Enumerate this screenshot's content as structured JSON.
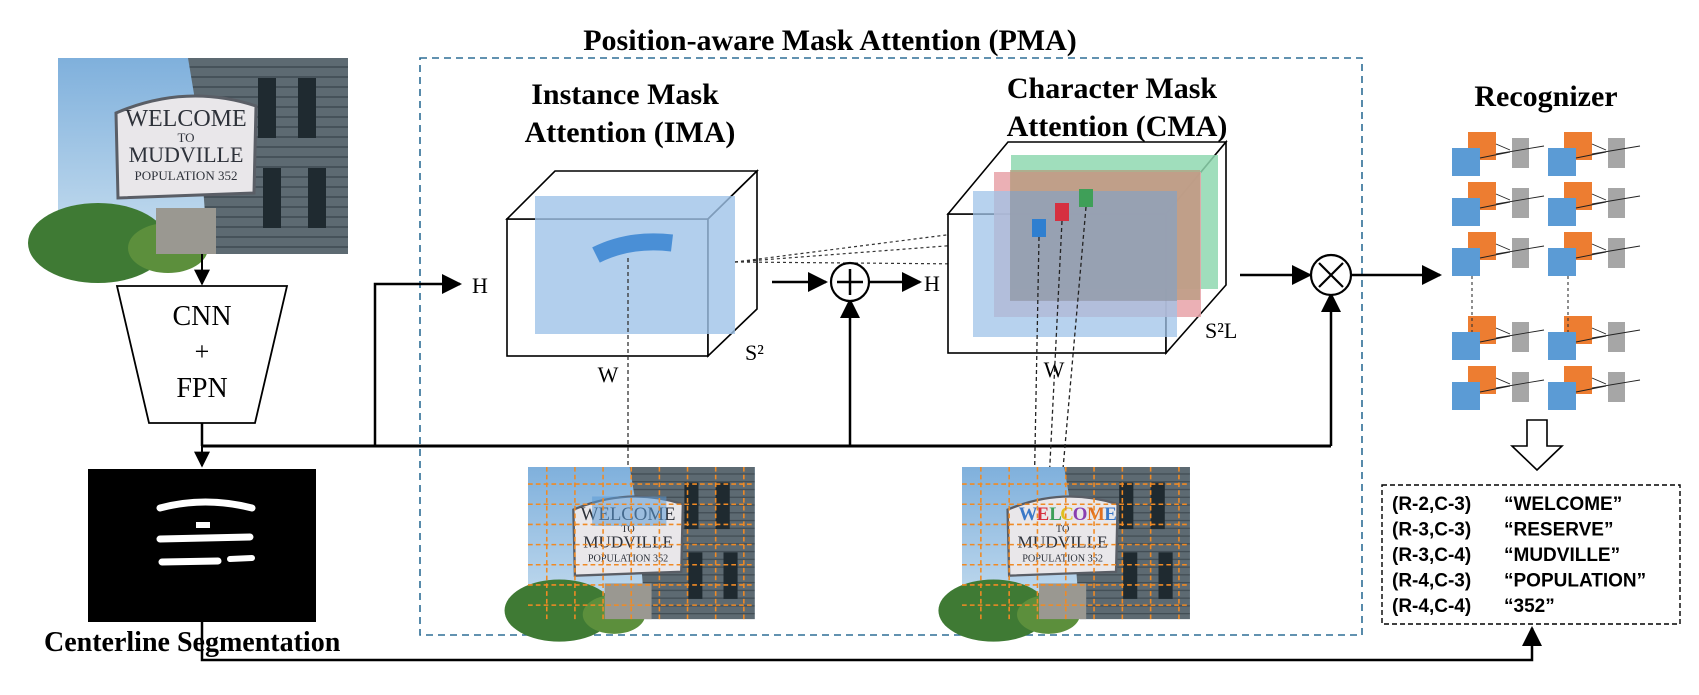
{
  "pma": {
    "title": "Position-aware Mask Attention (PMA)"
  },
  "ima": {
    "title_line1": "Instance Mask",
    "title_line2": "Attention (IMA)",
    "h": "H",
    "w": "W",
    "s": "S²"
  },
  "cma": {
    "title_line1": "Character Mask",
    "title_line2": "Attention (CMA)",
    "h": "H",
    "w": "W",
    "s": "S²L"
  },
  "backbone": {
    "line1": "CNN",
    "line2": "+",
    "line3": "FPN"
  },
  "input": {
    "sign_line1": "WELCOME",
    "sign_line2": "TO",
    "sign_line3": "MUDVILLE",
    "sign_line4": "POPULATION 352"
  },
  "segmentation": {
    "label": "Centerline Segmentation"
  },
  "recognizer": {
    "title": "Recognizer"
  },
  "outputs": [
    {
      "pos": "(R-2,C-3)",
      "text": "“WELCOME”"
    },
    {
      "pos": "(R-3,C-3)",
      "text": "“RESERVE”"
    },
    {
      "pos": "(R-3,C-4)",
      "text": "“MUDVILLE”"
    },
    {
      "pos": "(R-4,C-3)",
      "text": "“POPULATION”"
    },
    {
      "pos": "(R-4,C-4)",
      "text": "“352”"
    }
  ],
  "colors": {
    "pma_border": "#2e6e96",
    "mask_blue": "#9fc3e8",
    "char_red": "#e8a2a8",
    "char_green": "#8fd8b0",
    "char_brown": "#b49a7a",
    "rec_orange": "#ed7d31",
    "rec_blue": "#5b9bd5",
    "rec_gray": "#a6a6a6",
    "grid_orange": "#f08a24"
  }
}
